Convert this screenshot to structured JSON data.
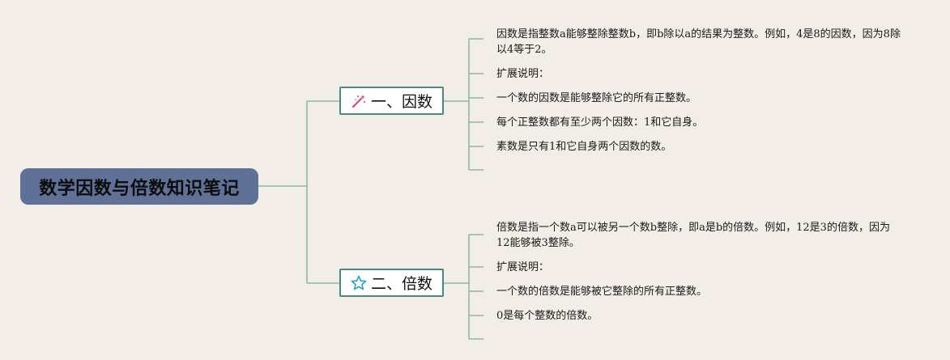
{
  "root": {
    "title": "数学因数与倍数知识笔记"
  },
  "branches": [
    {
      "label": "一、因数",
      "icon": "magic-wand-icon",
      "items": [
        "因数是指整数a能够整除整数b，即b除以a的结果为整数。例如，4是8的因数，因为8除以4等于2。",
        "扩展说明：",
        "一个数的因数是能够整除它的所有正整数。",
        "每个正整数都有至少两个因数：1和它自身。",
        "素数是只有1和它自身两个因数的数。",
        ""
      ]
    },
    {
      "label": "二、倍数",
      "icon": "star-icon",
      "items": [
        "倍数是指一个数a可以被另一个数b整除，即a是b的倍数。例如，12是3的倍数，因为12能够被3整除。",
        "扩展说明：",
        "一个数的倍数是能够被它整除的所有正整数。",
        "0是每个整数的倍数。",
        ""
      ]
    }
  ],
  "colors": {
    "background": "#f2ede7",
    "root_fill": "#5f7196",
    "branch_border": "#4a8a7a",
    "connector": "#7aab9c",
    "wand_icon": "#e2376d",
    "star_icon": "#2a9fd0"
  }
}
